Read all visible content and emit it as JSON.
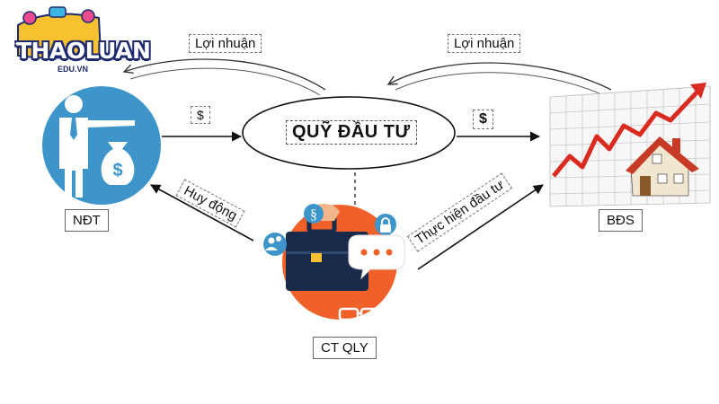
{
  "logo": {
    "brand": "THAOLUAN",
    "sub": "EDU.VN"
  },
  "nodes": {
    "fund": "QUỸ ĐẦU TƯ",
    "investor": "NĐT",
    "real_estate": "BĐS",
    "manager": "CT QLY"
  },
  "edges": {
    "profit_left": "Lợi nhuận",
    "profit_right": "Lợi nhuận",
    "money_left": "$",
    "money_right": "$",
    "mobilize": "Huy động",
    "invest": "Thực hiện đầu tư"
  },
  "colors": {
    "investor_circle": "#3e95c9",
    "manager_circle": "#f0612a",
    "chart_line": "#d92b1f",
    "house_roof": "#c73a26"
  },
  "icons": [
    "money-bag-icon",
    "briefcase-icon",
    "lock-icon",
    "law-icon",
    "chat-icon",
    "glasses-icon",
    "house-icon",
    "growth-arrow-icon"
  ]
}
